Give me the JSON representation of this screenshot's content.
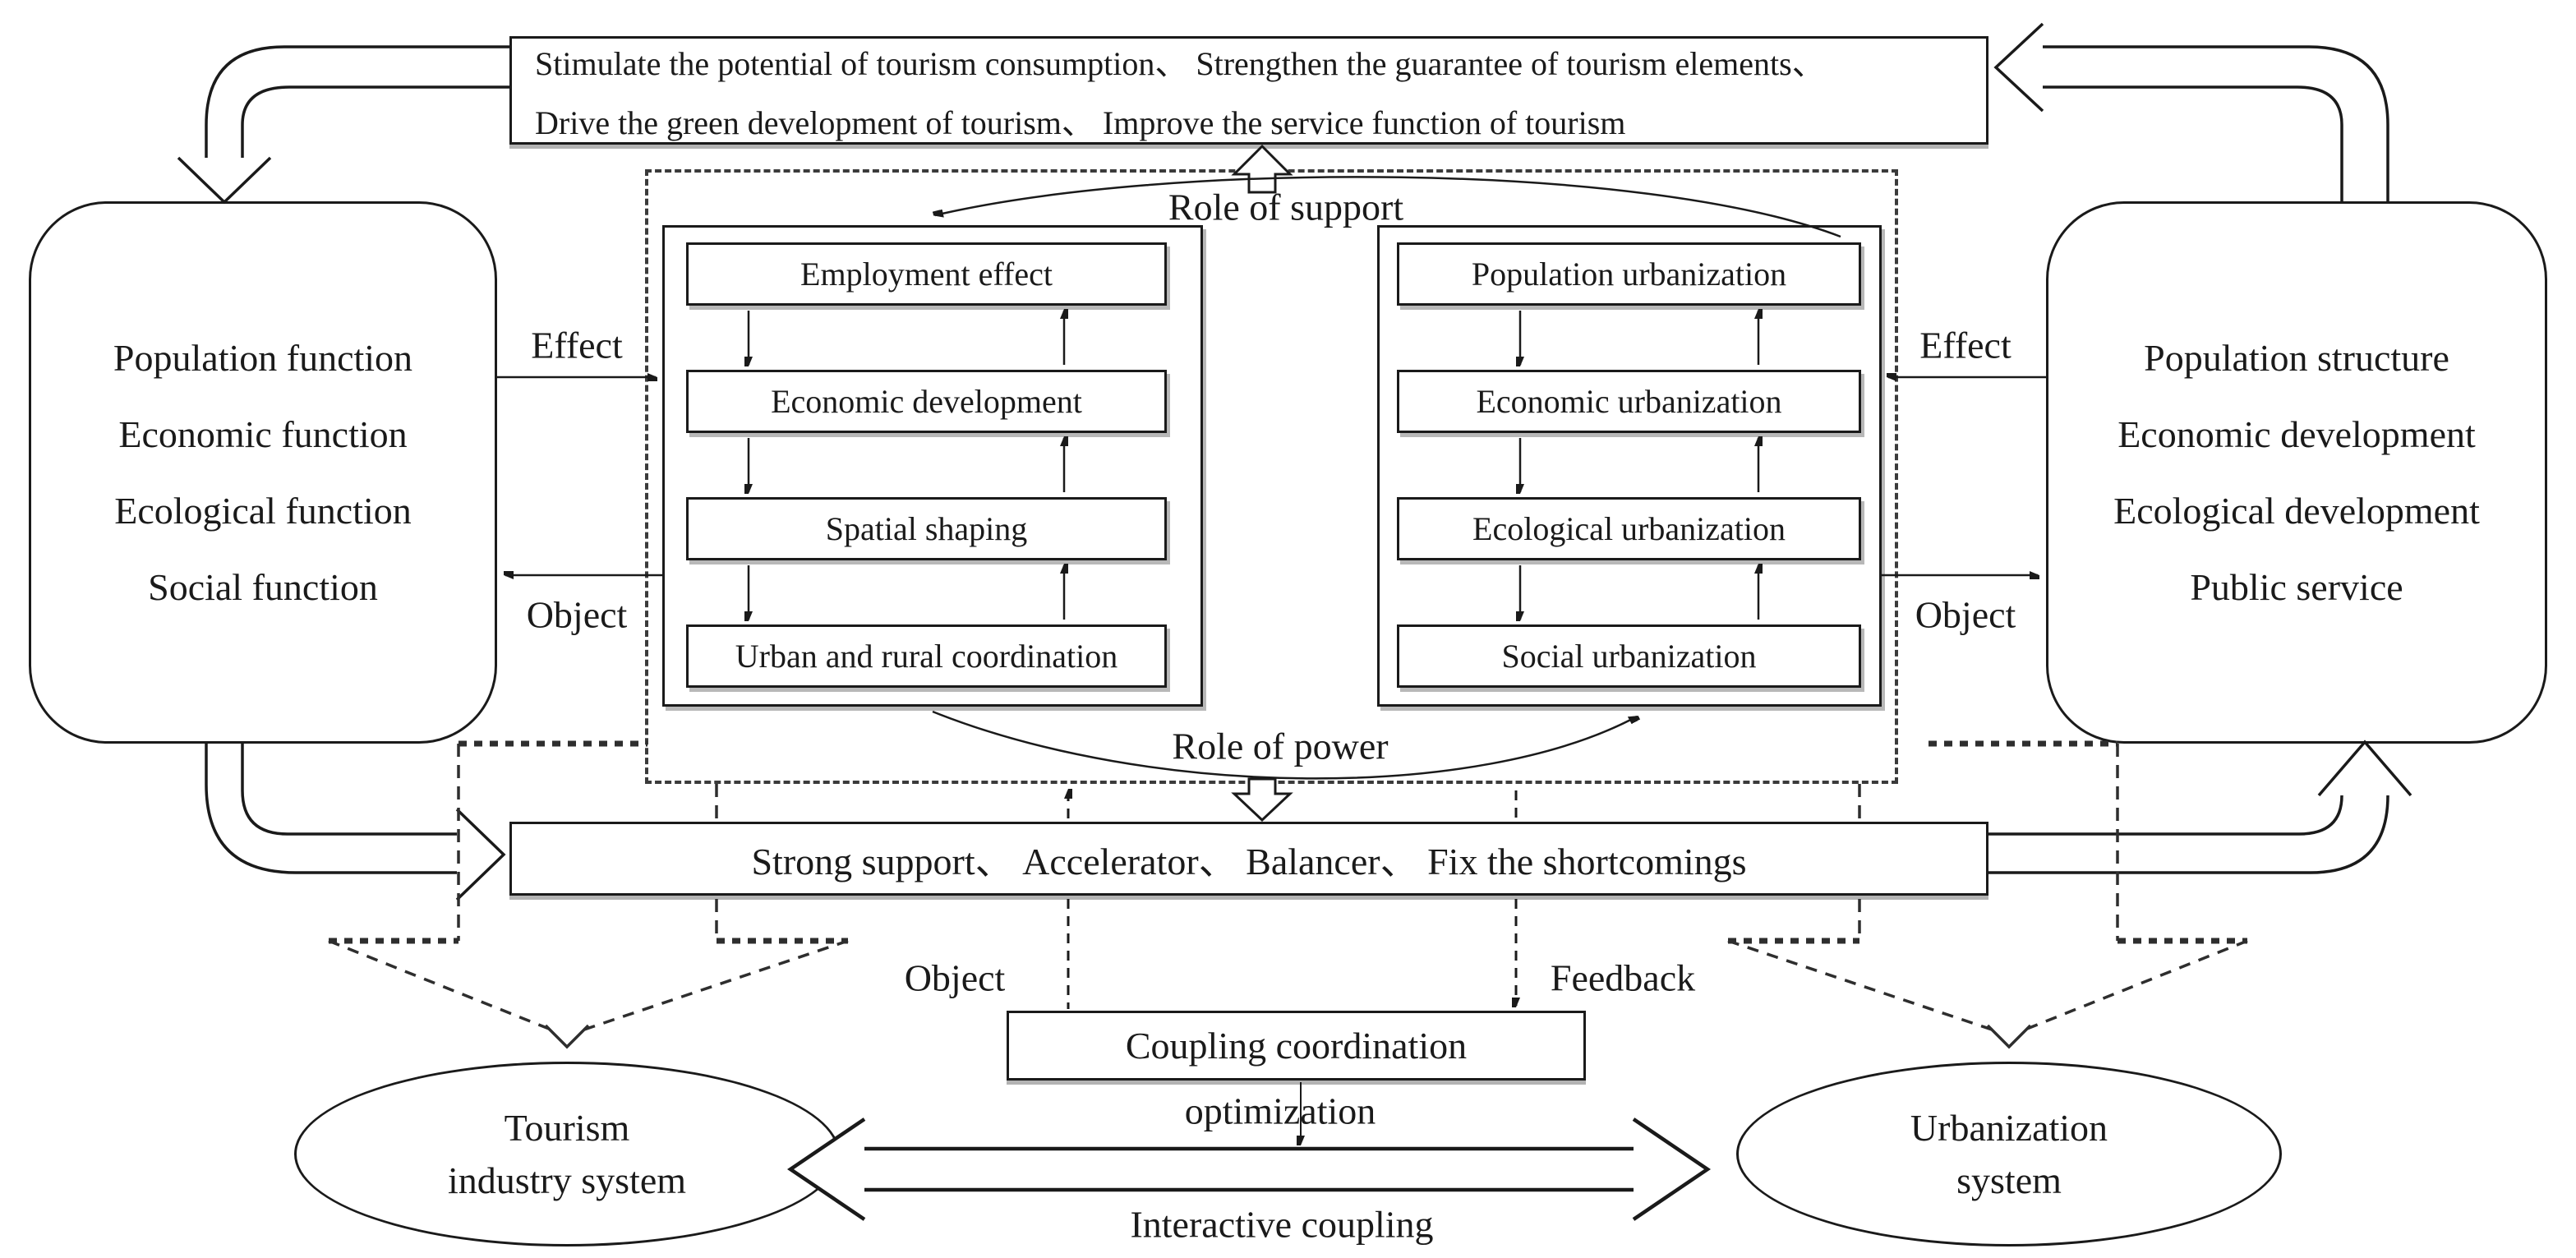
{
  "colors": {
    "line": "#1a1a1a",
    "shadow": "#b8b8b8",
    "background": "#ffffff"
  },
  "top_banner": {
    "line1": "Stimulate the potential of tourism consumption、 Strengthen the guarantee of tourism elements、",
    "line2": "Drive the green development of tourism、 Improve the service function of tourism"
  },
  "left_system": {
    "items": [
      "Population function",
      "Economic function",
      "Ecological function",
      "Social function"
    ]
  },
  "right_system": {
    "items": [
      "Population structure",
      "Economic development",
      "Ecological development",
      "Public service"
    ]
  },
  "tourism_chain": [
    "Employment effect",
    "Economic development",
    "Spatial shaping",
    "Urban and rural coordination"
  ],
  "urbanization_chain": [
    "Population urbanization",
    "Economic urbanization",
    "Ecological urbanization",
    "Social urbanization"
  ],
  "labels": {
    "role_of_support": "Role of support",
    "role_of_power": "Role of power",
    "effect": "Effect",
    "object": "Object",
    "feedback": "Feedback",
    "optimization": "optimization",
    "interactive_coupling": "Interactive coupling"
  },
  "bar": {
    "text": "Strong support、 Accelerator、 Balancer、 Fix the shortcomings"
  },
  "coupling_box": {
    "text": "Coupling coordination"
  },
  "ellipses": {
    "tourism_line1": "Tourism",
    "tourism_line2": "industry system",
    "urbanization_line1": "Urbanization",
    "urbanization_line2": "system"
  }
}
